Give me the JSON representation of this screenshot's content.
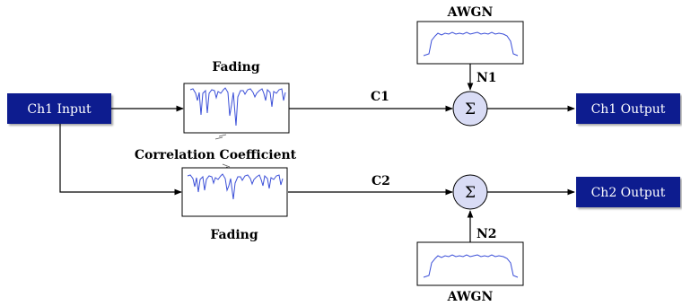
{
  "inputs": {
    "ch1": "Ch1 Input"
  },
  "outputs": {
    "ch1": "Ch1 Output",
    "ch2": "Ch2 Output"
  },
  "fading": {
    "top_label": "Fading",
    "bottom_label": "Fading"
  },
  "correlation_label": "Correlation Coefficient",
  "awgn": {
    "top_label": "AWGN",
    "bottom_label": "AWGN"
  },
  "signals": {
    "c1": "C1",
    "c2": "C2",
    "n1": "N1",
    "n2": "N2"
  },
  "summer_symbol": "Σ",
  "colors": {
    "io_block_fill": "#0a1f8f",
    "io_block_text": "#ffffff",
    "summer_fill": "#d9dcf5",
    "waveform": "#3b4fd8",
    "line": "#000000"
  }
}
